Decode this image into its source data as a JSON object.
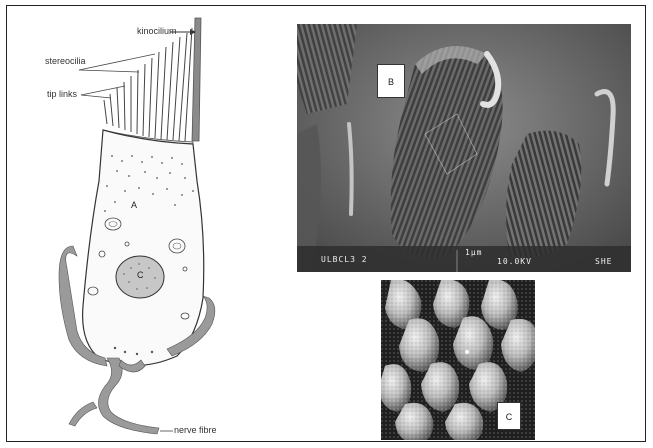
{
  "figure": {
    "drawing": {
      "labels": {
        "kinocilium": "kinocilium",
        "stereocilia": "stereocilia",
        "tip_links": "tip links",
        "nerve_fibre": "nerve fibre"
      },
      "panel_letter": "A",
      "nucleus_letter": "C"
    },
    "micrograph_b": {
      "panel_letter": "B",
      "scale_text": "ULBCL3 2",
      "scale_text_right": "1μm",
      "scale_text_far": "10.0KV",
      "code_right": "SHE"
    },
    "micrograph_c": {
      "panel_letter": "C"
    }
  }
}
